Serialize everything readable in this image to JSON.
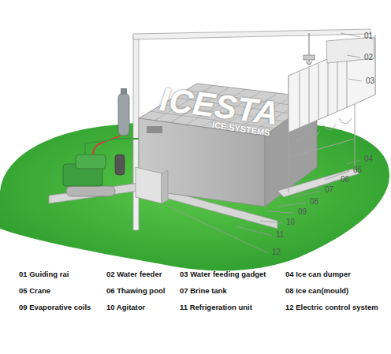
{
  "diagram": {
    "labels": [
      "01",
      "02",
      "03",
      "04",
      "05",
      "06",
      "07",
      "08",
      "09",
      "10",
      "11",
      "12",
      "01 Guiding rai",
      "02 Water feeder",
      "03 Water feeding gadget",
      "04 Ice can dumper",
      "05 Crane",
      "06 Thawing pool",
      "07 Brine tank",
      "08 Ice can(mould)",
      "09 Evaporative coils",
      "10 Agitator",
      "11 Refrigeration unit",
      "12 Electric control system",
      "ICESTA",
      "ICE SYSTEMS"
    ]
  }
}
